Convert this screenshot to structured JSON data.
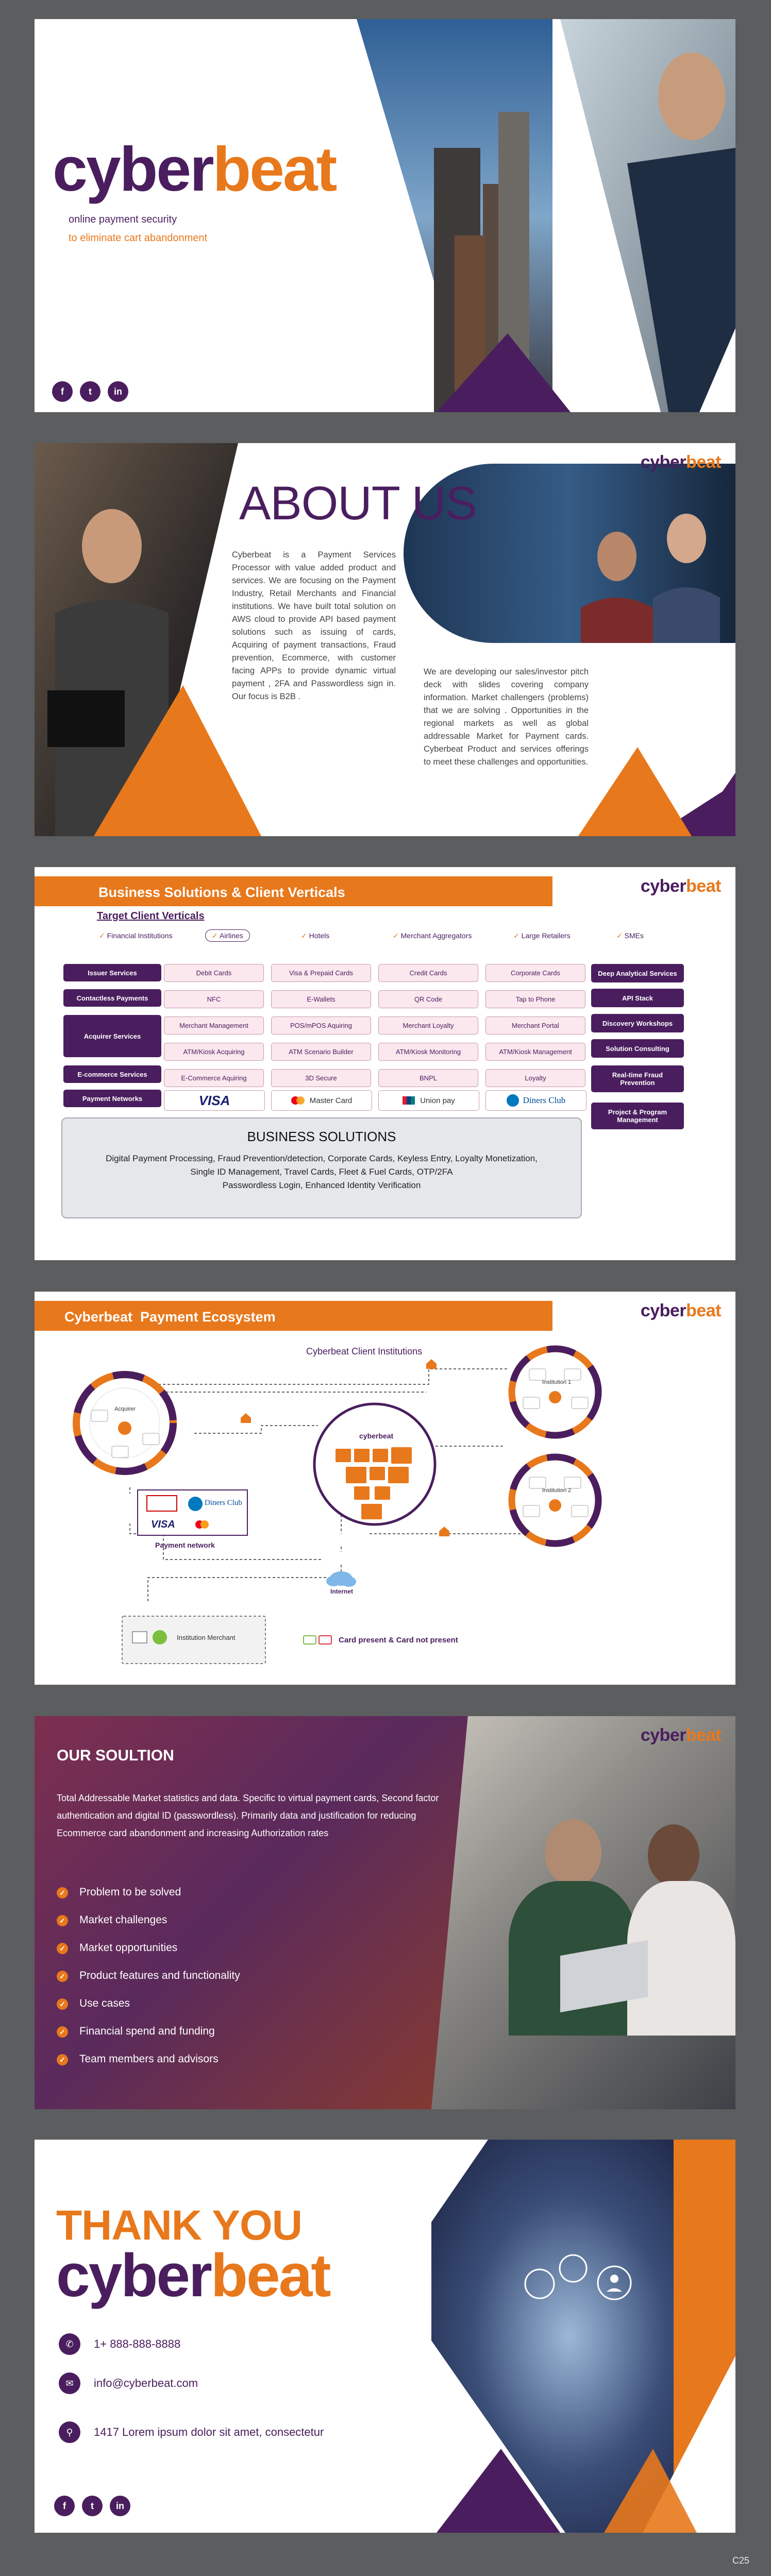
{
  "brand": {
    "part1": "cyber",
    "part2": "beat",
    "accent": "#e8781c",
    "primary": "#4a1e5e"
  },
  "slide1": {
    "tagline1": "online payment security",
    "tagline2": "to eliminate cart abandonment",
    "social": [
      "f",
      "t",
      "in"
    ]
  },
  "slide2": {
    "title": "ABOUT US",
    "para1": "Cyberbeat is a Payment Services Processor with value added product and services. We are focusing on the Payment Industry, Retail Merchants and Financial institutions. We have built total solution on AWS cloud to provide API based payment solutions such as issuing of cards, Acquiring of payment transactions, Fraud prevention, Ecommerce, with customer facing APPs to provide dynamic virtual payment , 2FA and Passwordless sign in. Our focus is B2B .",
    "para2": "We are developing our sales/investor pitch deck with slides covering company information. Market challengers (problems) that we are solving . Opportunities in the regional markets as well as global addressable Market for Payment cards. Cyberbeat Product and services offerings to meet these challenges and opportunities."
  },
  "slide3": {
    "header": "Business Solutions & Client Verticals",
    "subheader": "Target Client Verticals",
    "verticals": [
      "Financial Institutions",
      "Airlines",
      "Hotels",
      "Merchant Aggregators",
      "Large Retailers",
      "SMEs"
    ],
    "left": [
      "Issuer Services",
      "Contactless Payments",
      "Acquirer Services",
      "E-commerce Services",
      "Payment Networks"
    ],
    "grid": [
      [
        "Debit Cards",
        "Visa & Prepaid Cards",
        "Credit Cards",
        "Corporate Cards"
      ],
      [
        "NFC",
        "E-Wallets",
        "QR Code",
        "Tap to Phone"
      ],
      [
        "Merchant Management",
        "POS/mPOS Aquiring",
        "Merchant Loyalty",
        "Merchant Portal"
      ],
      [
        "ATM/Kiosk Acquiring",
        "ATM Scenario Builder",
        "ATM/Kiosk Monitoring",
        "ATM/Kiosk Management"
      ],
      [
        "E-Commerce Aquiring",
        "3D Secure",
        "BNPL",
        "Loyalty"
      ]
    ],
    "networks": [
      "VISA",
      "Master Card",
      "Union pay",
      "Diners Club"
    ],
    "right": [
      "Deep Analytical Services",
      "API Stack",
      "Discovery Workshops",
      "Solution Consulting",
      "Real-time Fraud Prevention",
      "Project & Program Management"
    ],
    "box_title": "BUSINESS SOLUTIONS",
    "box_line1": "Digital Payment Processing, Fraud Prevention/detection, Corporate Cards, Keyless Entry, Loyalty Monetization,",
    "box_line2": "Single ID Management, Travel Cards, Fleet & Fuel Cards, OTP/2FA",
    "box_line3": "Passwordless Login, Enhanced Identity Verification"
  },
  "slide4": {
    "header": "Cyberbeat  Payment Ecosystem",
    "subheader": "Cyberbeat Client Institutions",
    "acquirer": "Acquirer",
    "institution1": "Institution 1",
    "institution2": "Institution 2",
    "payment_network": "Payment network",
    "internet": "Internet",
    "merchant": "Institution Merchant",
    "card_present": "Card present & Card not present",
    "hub_title": "cyberbeat",
    "network_visa": "VISA",
    "network_diners": "Diners Club"
  },
  "slide5": {
    "title": "OUR SOULTION",
    "body": "Total Addressable Market statistics and data. Specific to virtual payment cards, Second factor authentication and digital ID (passwordless). Primarily data and justification for reducing Ecommerce card abandonment and increasing Authorization rates",
    "items": [
      "Problem to be solved",
      "Market challenges",
      "Market opportunities",
      "Product features and functionality",
      "Use cases",
      "Financial spend and funding",
      "Team members and advisors"
    ]
  },
  "slide6": {
    "thanks": "THANK YOU",
    "phone": "1+ 888-888-8888",
    "email": "info@cyberbeat.com",
    "address": "1417 Lorem ipsum dolor sit amet, consectetur",
    "social": [
      "f",
      "t",
      "in"
    ]
  },
  "footer_code": "C25"
}
